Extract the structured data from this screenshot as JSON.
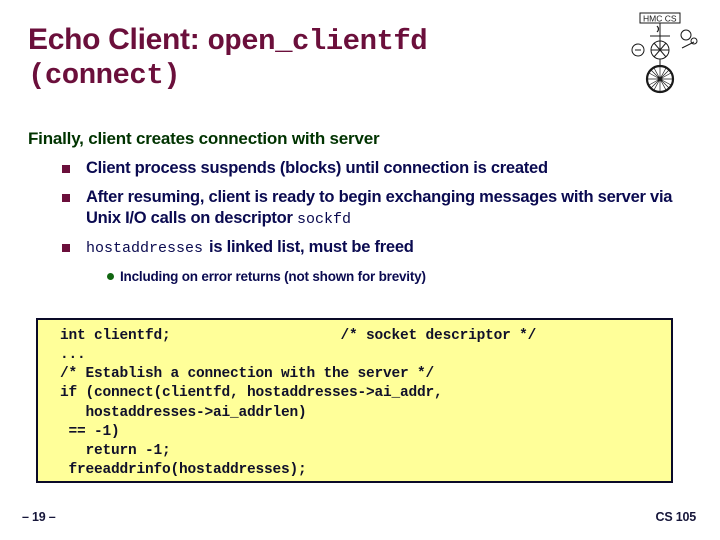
{
  "slide": {
    "title": {
      "line1_sans": "Echo Client: ",
      "line1_mono": "open_clientfd",
      "line2_mono": "(connect)",
      "color": "#6B0F3B"
    },
    "logo": {
      "name": "hmc-cs-bicycle-logo",
      "text": "HMC CS"
    },
    "heading": {
      "text": "Finally, client creates connection with server",
      "color": "#003300"
    },
    "bullets": [
      {
        "marker": "square",
        "marker_color": "#6B0F3B",
        "lead_mono": "",
        "text": "Client process suspends (blocks) until connection is created",
        "trailing_mono": ""
      },
      {
        "marker": "square",
        "marker_color": "#6B0F3B",
        "lead_mono": "",
        "text": "After resuming, client is ready to begin exchanging messages with server via Unix I/O calls on descriptor ",
        "trailing_mono": "sockfd"
      },
      {
        "marker": "square",
        "marker_color": "#6B0F3B",
        "lead_mono": "hostaddresses",
        "text": "is linked list, must be freed",
        "trailing_mono": ""
      }
    ],
    "sub_bullets": [
      {
        "marker": "circle",
        "marker_color": "#116611",
        "text": "Including on error returns (not shown for brevity)"
      }
    ],
    "code_block": {
      "background": "#FFFF99",
      "border_color": "#0A0A28",
      "text_color": "#10102A",
      "lines": [
        "int clientfd;                    /* socket descriptor */",
        "...",
        "/* Establish a connection with the server */",
        "if (connect(clientfd, hostaddresses->ai_addr,",
        "   hostaddresses->ai_addrlen)",
        " == -1)",
        "   return -1;",
        " freeaddrinfo(hostaddresses);"
      ]
    },
    "footer": {
      "page": "– 19 –",
      "course": "CS 105"
    }
  }
}
